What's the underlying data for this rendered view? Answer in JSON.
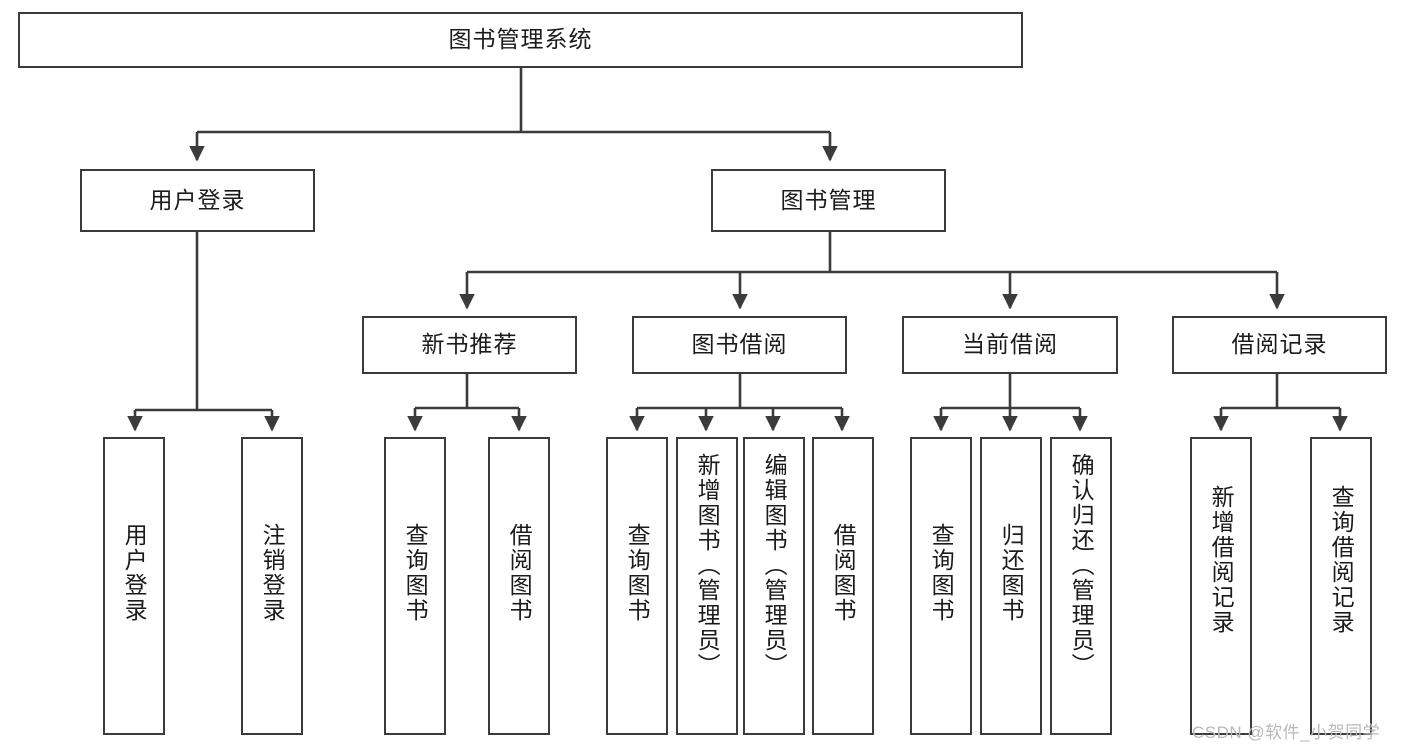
{
  "diagram": {
    "title": "图书管理系统",
    "type": "hierarchy-tree",
    "watermark": "CSDN @软件_小贺同学",
    "colors": {
      "border": "#3b3b3b",
      "background": "#ffffff",
      "text": "#1b1b1b",
      "connector": "#3b3b3b",
      "watermark": "#b9b9b9"
    },
    "root": {
      "label": "图书管理系统"
    },
    "level2": [
      {
        "label": "用户登录"
      },
      {
        "label": "图书管理"
      }
    ],
    "level3": [
      {
        "label": "新书推荐"
      },
      {
        "label": "图书借阅"
      },
      {
        "label": "当前借阅"
      },
      {
        "label": "借阅记录"
      }
    ],
    "leaves": {
      "user_login": [
        {
          "label": "用户登录"
        },
        {
          "label": "注销登录"
        }
      ],
      "new_book": [
        {
          "label": "查询图书"
        },
        {
          "label": "借阅图书"
        }
      ],
      "borrow_book": [
        {
          "label": "查询图书"
        },
        {
          "label": "新增图书（管理员）"
        },
        {
          "label": "编辑图书（管理员）"
        },
        {
          "label": "借阅图书"
        }
      ],
      "current_borrow": [
        {
          "label": "查询图书"
        },
        {
          "label": "归还图书"
        },
        {
          "label": "确认归还（管理员）"
        }
      ],
      "borrow_record": [
        {
          "label": "新增借阅记录"
        },
        {
          "label": "查询借阅记录"
        }
      ]
    }
  }
}
